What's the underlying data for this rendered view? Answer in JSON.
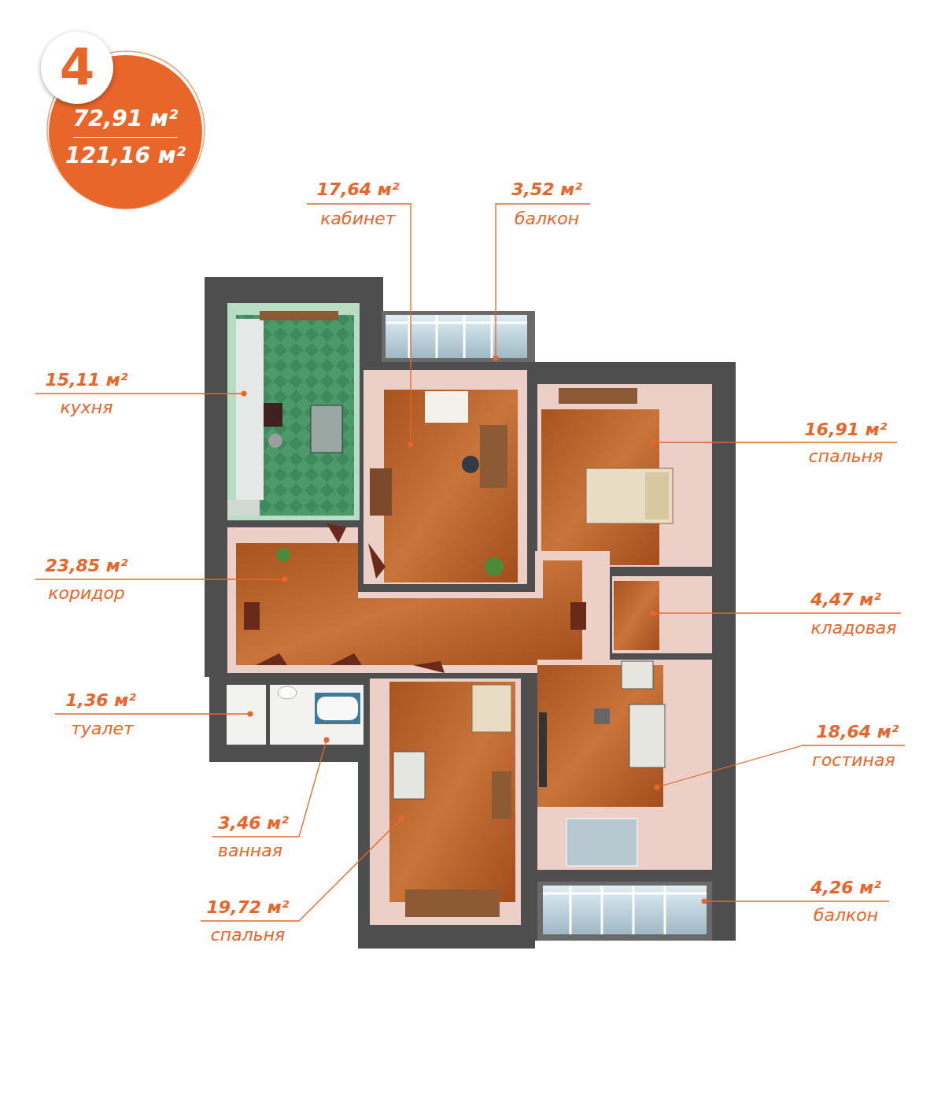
{
  "diagram": {
    "nodes": [
      {
        "text": [
          "72,91 м²",
          "121,16 м²"
        ]
      },
      {
        "text": [
          "4"
        ]
      }
    ],
    "labels": [
      "17,64 м²",
      "кабинет",
      "3,52 м²",
      "балкон",
      "15,11 м²",
      "кухня",
      "16,91 м²",
      "спальня",
      "23,85 м²",
      "коридор",
      "4,47 м²",
      "кладовая",
      "1,36 м²",
      "туалет",
      "18,64 м²",
      "гостиная",
      "3,46 м²",
      "ванная",
      "19,72 м²",
      "спальня",
      "4,26 м²",
      "балкон"
    ]
  }
}
